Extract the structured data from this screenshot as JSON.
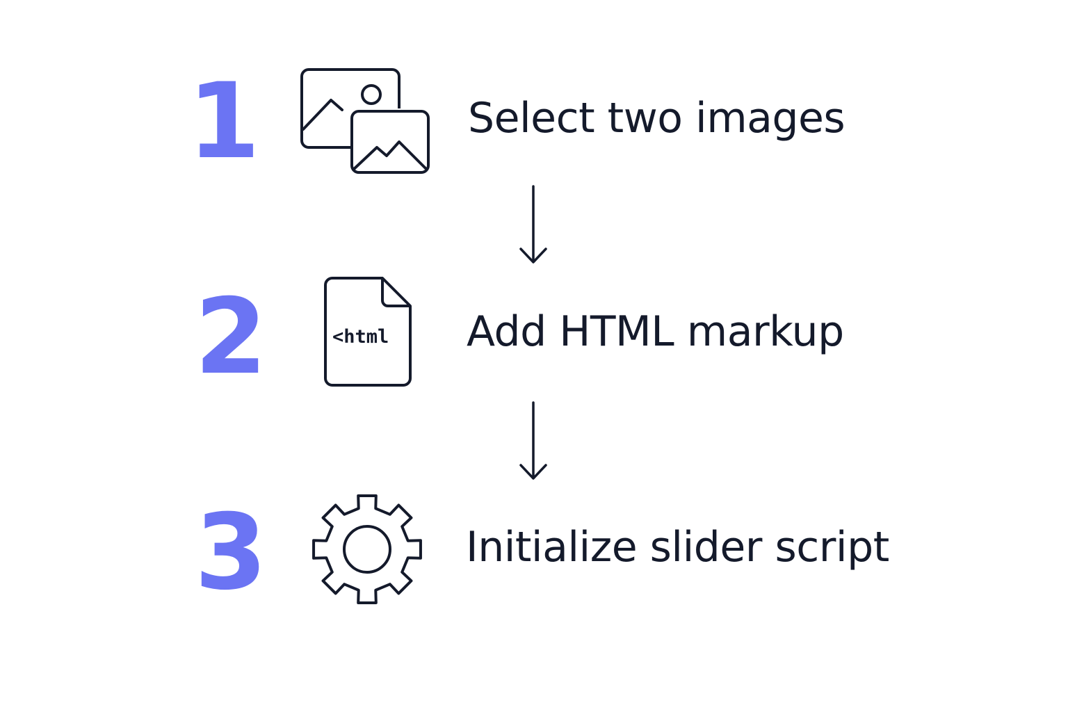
{
  "colors": {
    "accent": "#6B74F3",
    "text": "#141a2b",
    "background": "#ffffff"
  },
  "steps": [
    {
      "number": "1",
      "icon": "images-icon",
      "label": "Select two images"
    },
    {
      "number": "2",
      "icon": "html-file-icon",
      "icon_text": "<html",
      "label": "Add HTML markup"
    },
    {
      "number": "3",
      "icon": "gear-icon",
      "label": "Initialize slider script"
    }
  ],
  "arrows": [
    {
      "icon": "arrow-down-icon"
    },
    {
      "icon": "arrow-down-icon"
    }
  ]
}
